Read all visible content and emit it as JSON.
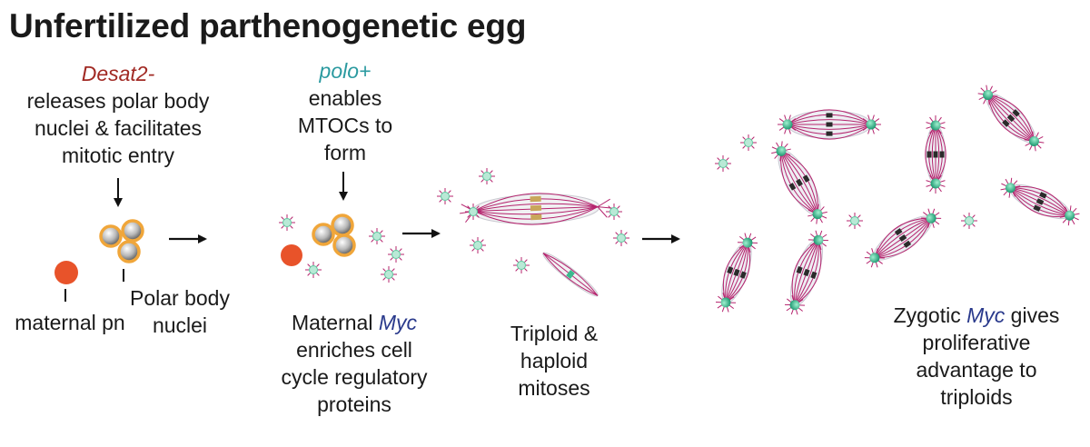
{
  "title": "Unfertilized parthenogenetic egg",
  "desat": {
    "gene": "Desat2-",
    "line1": "releases polar body",
    "line2": "nuclei & facilitates",
    "line3": "mitotic entry"
  },
  "polo": {
    "gene": "polo+",
    "line1": "enables",
    "line2": "MTOCs to",
    "line3": "form"
  },
  "maternal_pn": "maternal pn",
  "polar_body": {
    "line1": "Polar body",
    "line2": "nuclei"
  },
  "maternal_myc": {
    "prefix": "Maternal ",
    "gene": "Myc",
    "line2": "enriches cell",
    "line3": "cycle regulatory",
    "line4": "proteins"
  },
  "triploid": {
    "line1": "Triploid &",
    "line2": "haploid",
    "line3": "mitoses"
  },
  "zygotic_myc": {
    "prefix": "Zygotic ",
    "gene": "Myc",
    "suffix": " gives",
    "line2": "proliferative",
    "line3": "advantage to",
    "line4": "triploids"
  },
  "colors": {
    "title": "#1a1a1a",
    "desat_gene": "#a12a24",
    "polo_gene": "#2b9aa0",
    "myc_gene": "#2a3a8c",
    "pronucleus": "#e8532a",
    "polar_ring": "#f0a63a",
    "centrosome": "#3bb98e",
    "spindle": "#b5246e"
  }
}
